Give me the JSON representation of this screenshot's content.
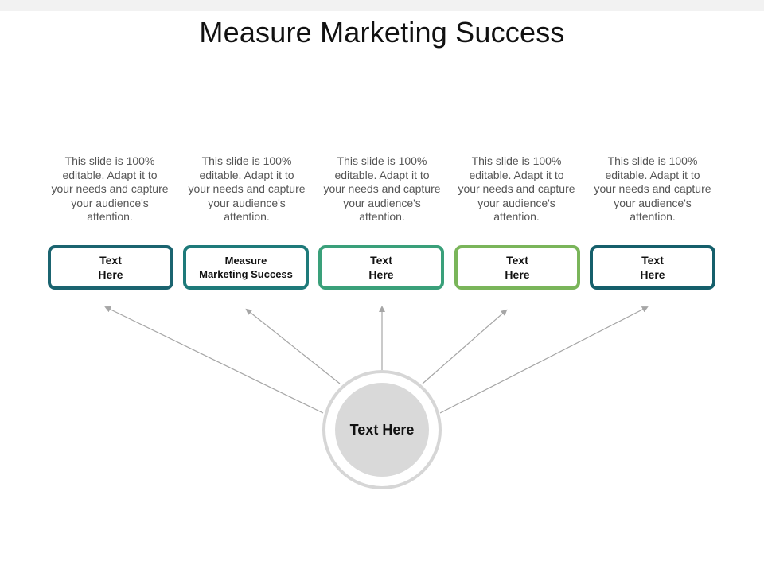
{
  "title": "Measure Marketing Success",
  "hub": {
    "label": "Text Here"
  },
  "colors": {
    "teal_dark": "#1b6470",
    "teal": "#1e7a7a",
    "green_teal": "#3aa07a",
    "green_light": "#7ab55a",
    "hub_ring": "#d6d6d6",
    "hub_fill": "#d9d9d9",
    "arrow": "#a6a6a6"
  },
  "items": [
    {
      "description": "This slide is 100% editable. Adapt it to your needs and capture your audience's attention.",
      "label": "Text\nHere",
      "color": "#1b6470"
    },
    {
      "description": "This slide is 100% editable. Adapt it to your needs and capture your audience's attention.",
      "label": "Measure\nMarketing Success",
      "color": "#1e7a7a"
    },
    {
      "description": "This slide is 100% editable. Adapt it to your needs and capture your audience's attention.",
      "label": "Text\nHere",
      "color": "#3aa07a"
    },
    {
      "description": "This slide is 100% editable. Adapt it to your needs and capture your audience's attention.",
      "label": "Text\nHere",
      "color": "#7ab55a"
    },
    {
      "description": "This slide is 100% editable. Adapt it to your needs and capture your audience's attention.",
      "label": "Text\nHere",
      "color": "#155f6b"
    }
  ]
}
